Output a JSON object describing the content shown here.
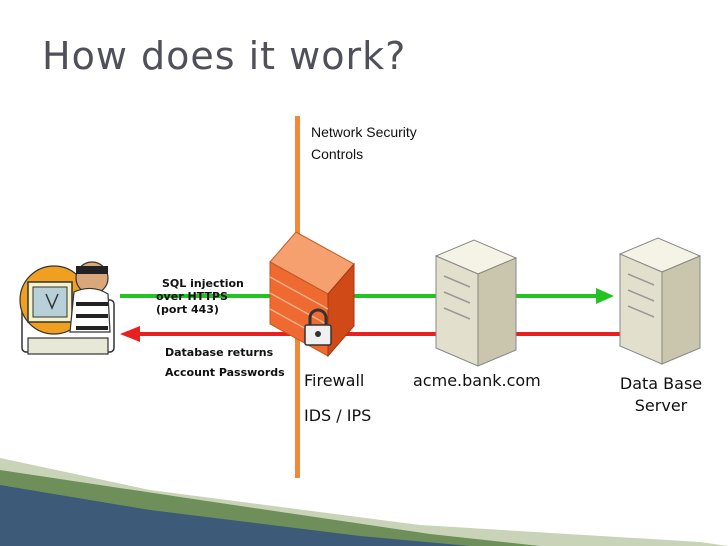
{
  "title": "How does it work?",
  "network_controls": {
    "line1": "Network Security",
    "line2": "Controls"
  },
  "attack": {
    "line1": "SQL injection",
    "line2": "over  HTTPS",
    "line3": "(port 443)"
  },
  "returns": {
    "line1": "Database returns",
    "line2": "Account Passwords"
  },
  "firewall": {
    "label": "Firewall",
    "sublabel": "IDS / IPS"
  },
  "webserver": {
    "label": "acme.bank.com"
  },
  "dbserver": {
    "line1": "Data Base",
    "line2": "Server"
  },
  "colors": {
    "green_arrow": "#22c322",
    "red_arrow": "#e82020",
    "orange_line": "#f08a3a",
    "title": "#50505a",
    "footer": "#3d5a78"
  }
}
